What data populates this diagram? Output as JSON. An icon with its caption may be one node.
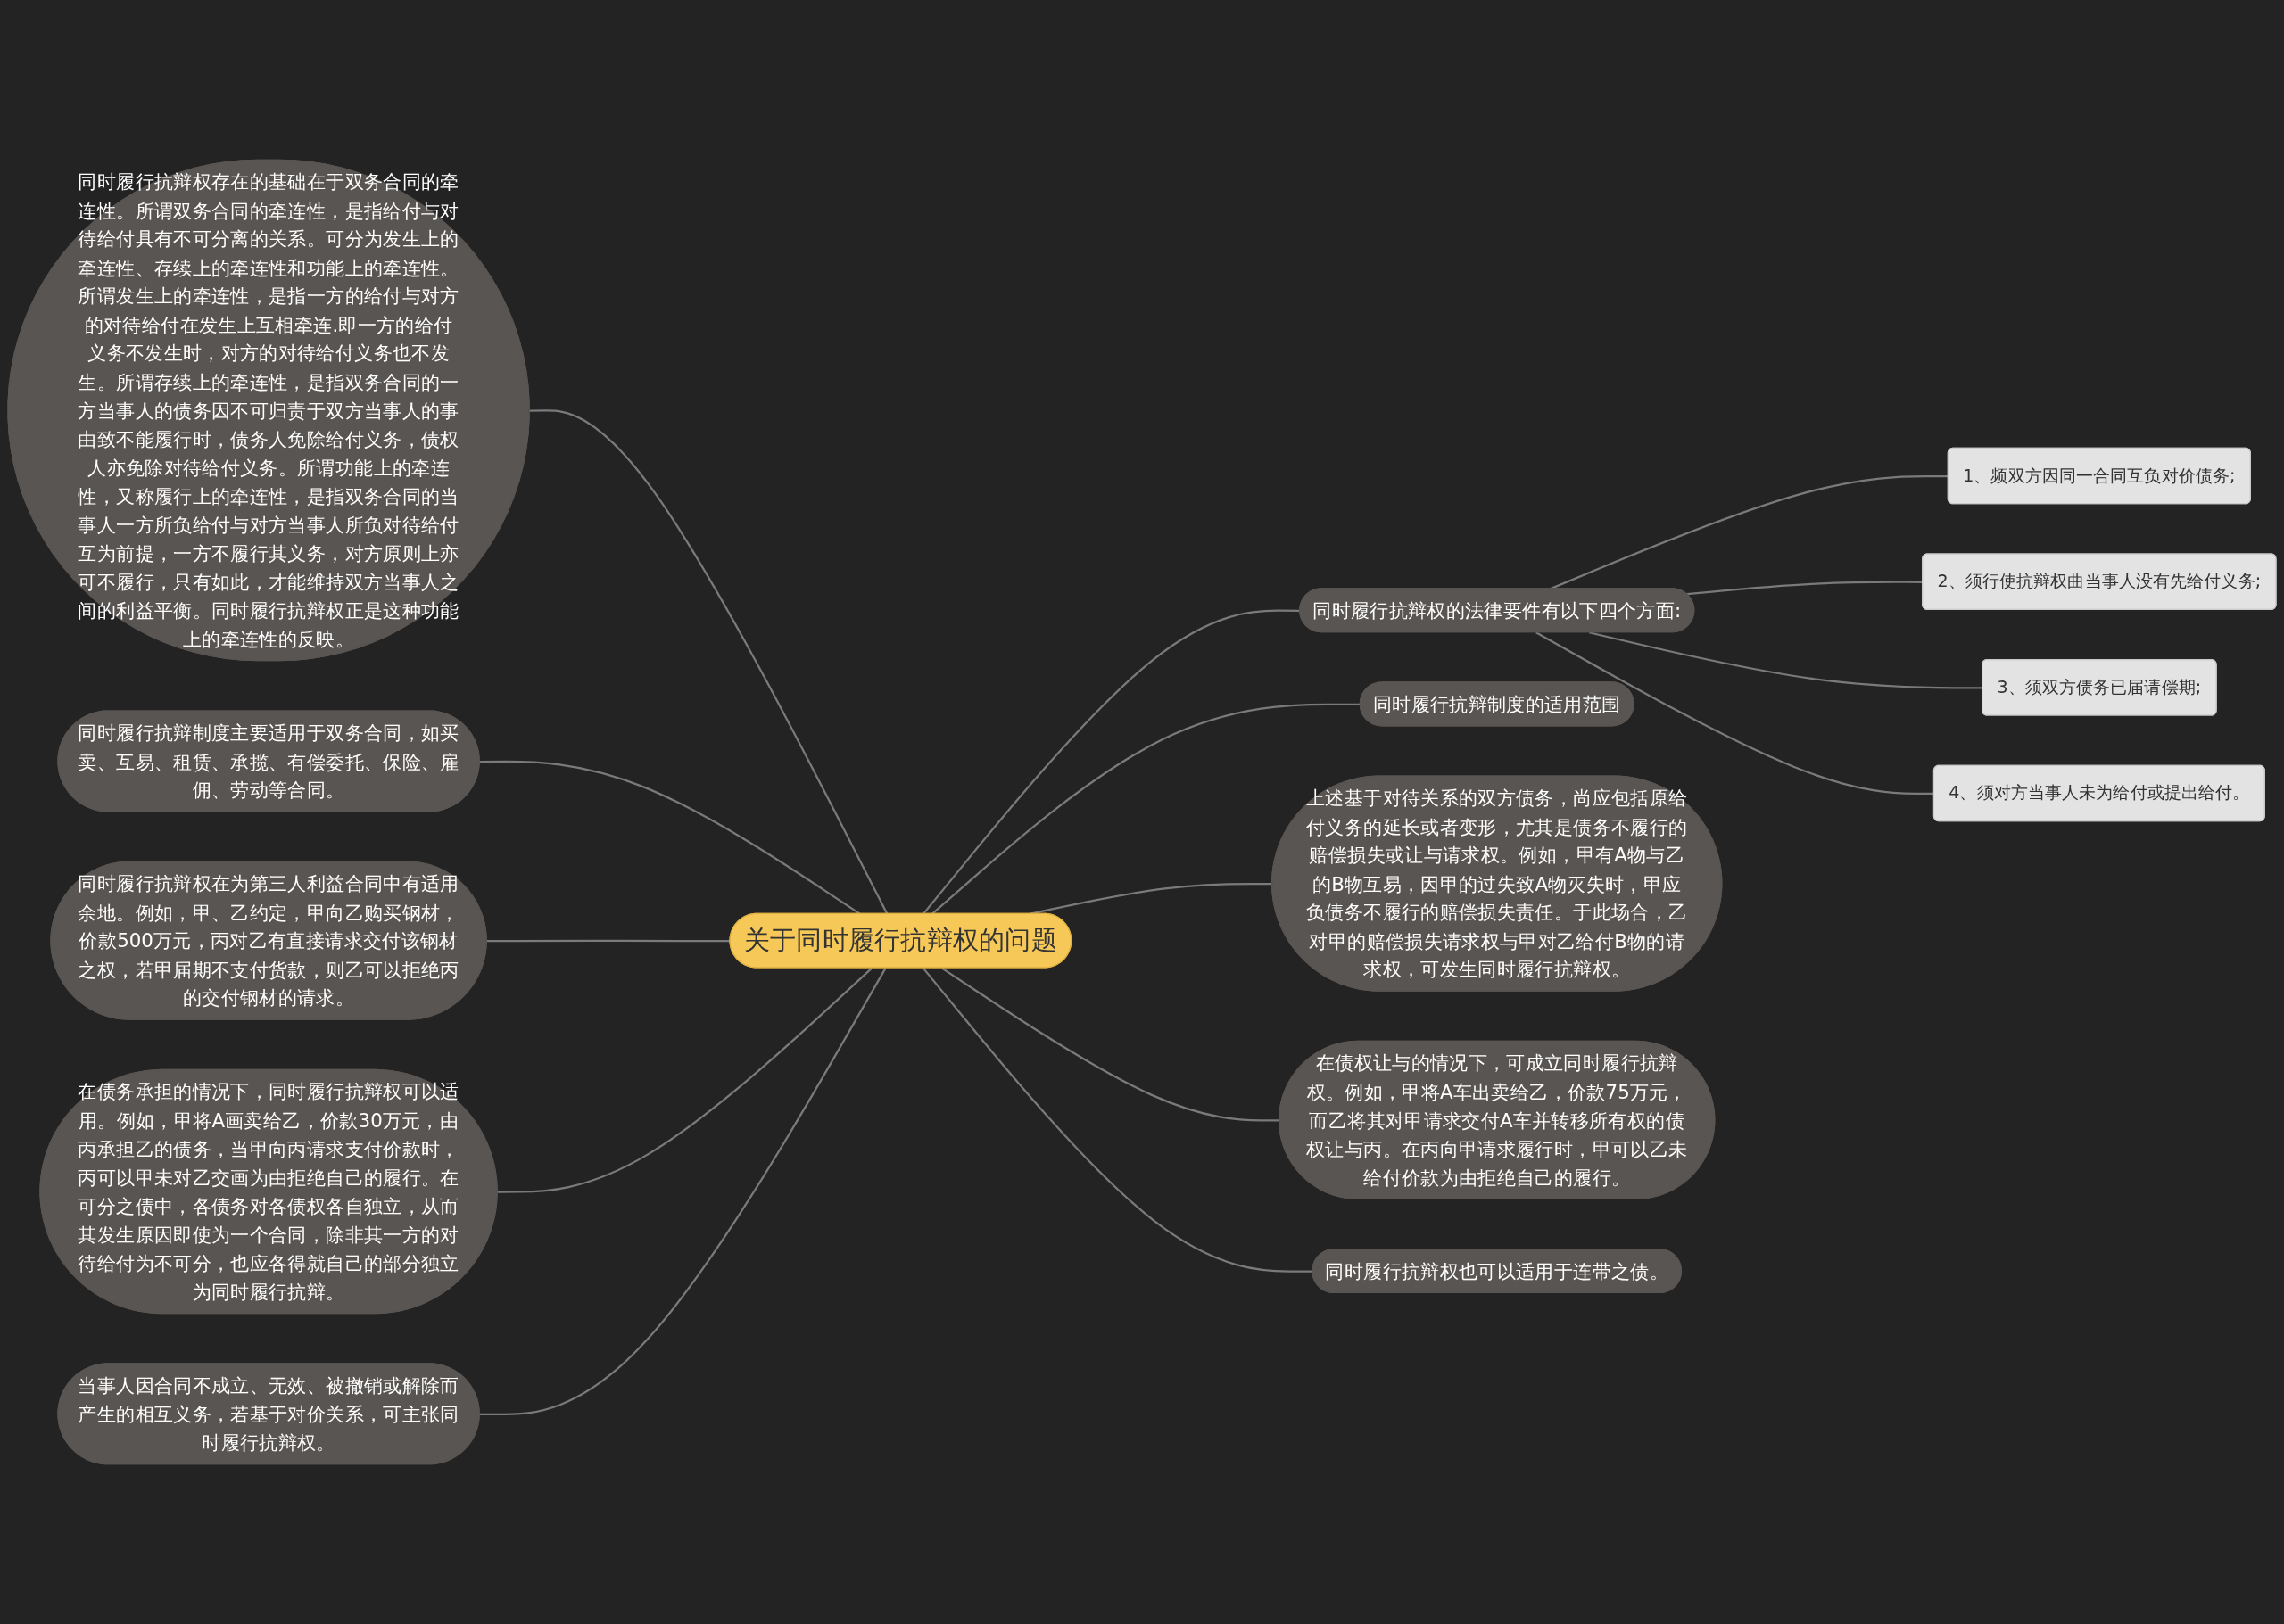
{
  "diagram": {
    "nodes": [
      {
        "text": [
          "关于同时履行抗辩权的问题"
        ]
      },
      {
        "text": [
          "同时履行抗辩权的法律要件有以下四个方面:"
        ]
      },
      {
        "text": [
          "1、频双方因同一合同互负对价债务;"
        ]
      },
      {
        "text": [
          "2、须行使抗辩权曲当事人没有先给付义务;"
        ]
      },
      {
        "text": [
          "3、须双方债务已届请偿期;"
        ]
      },
      {
        "text": [
          "4、须对方当事人未为给付或提出给付。"
        ]
      },
      {
        "text": [
          "同时履行抗辩制度的适用范围"
        ]
      },
      {
        "text": [
          "上述基于对待关系的双方债务，尚应包括原给付义务的延长或者变形，尤其是债务不履行的赔偿损失或让与请求权。例如，甲有A物与乙的B物互易，因甲的过失致A物灭失时，甲应负债务不履行的赔偿损失责任。于此场合，乙对甲的赔偿损失请求权与甲对乙给付B物的请求权，可发生同时履行抗辩权。"
        ]
      },
      {
        "text": [
          "在债权让与的情况下，可成立同时履行抗辩权。例如，甲将A车出卖给乙，价款75万元，而乙将其对甲请求交付A车并转移所有权的债权让与丙。在丙向甲请求履行时，甲可以乙未给付价款为由拒绝自己的履行。"
        ]
      },
      {
        "text": [
          "同时履行抗辩权也可以适用于连带之债。"
        ]
      },
      {
        "text": [
          "同时履行抗辩权存在的基础在于双务合同的牵连性。所谓双务合同的牵连性，是指给付与对待给付具有不可分离的关系。可分为发生上的牵连性、存续上的牵连性和功能上的牵连性。所谓发生上的牵连性，是指一方的给付与对方的对待给付在发生上互相牵连.即一方的给付义务不发生时，对方的对待给付义务也不发生。所谓存续上的牵连性，是指双务合同的一方当事人的债务因不可归责于双方当事人的事由致不能履行时，债务人免除给付义务，债权人亦免除对待给付义务。所谓功能上的牵连性，又称履行上的牵连性，是指双务合同的当事人一方所负给付与对方当事人所负对待给付互为前提，一方不履行其义务，对方原则上亦可不履行，只有如此，才能维持双方当事人之间的利益平衡。同时履行抗辩权正是这种功能上的牵连性的反映。"
        ]
      },
      {
        "text": [
          "同时履行抗辩制度主要适用于双务合同，如买卖、互易、租赁、承揽、有偿委托、保险、雇佣、劳动等合同。"
        ]
      },
      {
        "text": [
          "同时履行抗辩权在为第三人利益合同中有适用余地。例如，甲、乙约定，甲向乙购买钢材，价款500万元，丙对乙有直接请求交付该钢材之权，若甲届期不支付货款，则乙可以拒绝丙的交付钢材的请求。"
        ]
      },
      {
        "text": [
          "在债务承担的情况下，同时履行抗辩权可以适用。例如，甲将A画卖给乙，价款30万元，由丙承担乙的债务，当甲向丙请求支付价款时，丙可以甲未对乙交画为由拒绝自己的履行。在可分之债中，各债务对各债权各自独立，从而其发生原因即使为一个合同，除非其一方的对待给付为不可分，也应各得就自己的部分独立为同时履行抗辩。"
        ]
      },
      {
        "text": [
          "当事人因合同不成立、无效、被撤销或解除而产生的相互义务，若基于对价关系，可主张同时履行抗辩权。"
        ]
      }
    ],
    "edges": [
      {
        "from": 0,
        "to": 1,
        "arrow": "none"
      },
      {
        "from": 1,
        "to": 2,
        "arrow": "none"
      },
      {
        "from": 1,
        "to": 3,
        "arrow": "none"
      },
      {
        "from": 1,
        "to": 4,
        "arrow": "none"
      },
      {
        "from": 1,
        "to": 5,
        "arrow": "none"
      },
      {
        "from": 0,
        "to": 6,
        "arrow": "none"
      },
      {
        "from": 0,
        "to": 7,
        "arrow": "none"
      },
      {
        "from": 0,
        "to": 8,
        "arrow": "none"
      },
      {
        "from": 0,
        "to": 9,
        "arrow": "none"
      },
      {
        "from": 10,
        "to": 0,
        "arrow": "none"
      },
      {
        "from": 11,
        "to": 0,
        "arrow": "none"
      },
      {
        "from": 12,
        "to": 0,
        "arrow": "none"
      },
      {
        "from": 13,
        "to": 0,
        "arrow": "none"
      },
      {
        "from": 14,
        "to": 0,
        "arrow": "none"
      }
    ]
  }
}
